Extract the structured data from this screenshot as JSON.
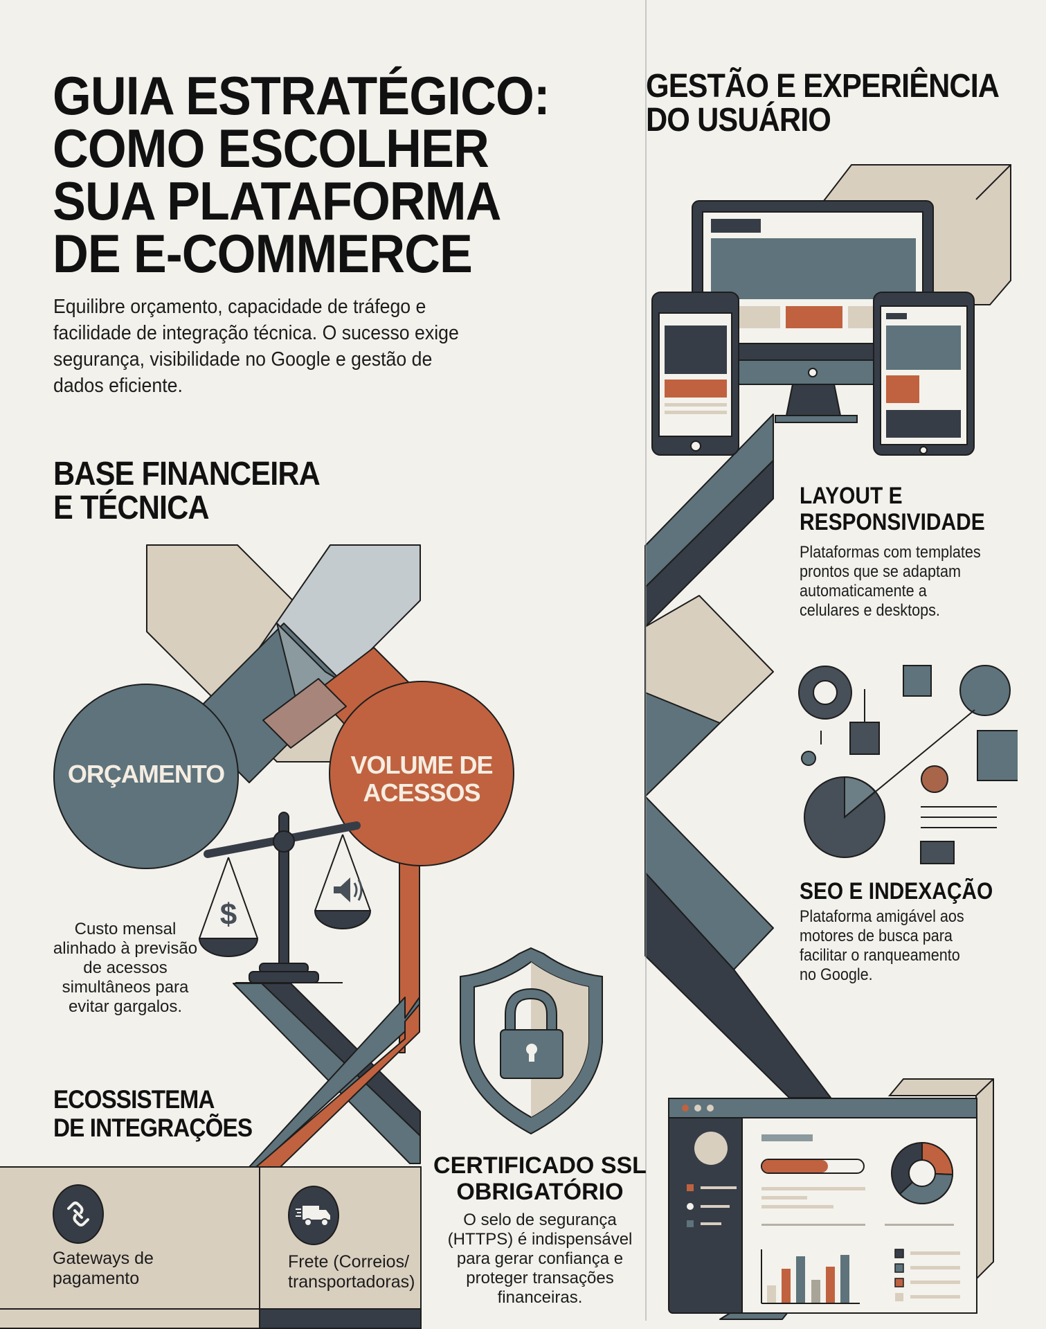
{
  "header": {
    "title_lines": [
      "GUIA ESTRATÉGICO:",
      "COMO ESCOLHER",
      "SUA PLATAFORMA",
      "DE E-COMMERCE"
    ],
    "intro_lines": [
      "Equilibre orçamento, capacidade de tráfego e",
      "facilidade de integração técnica. O sucesso exige",
      "segurança, visibilidade no Google e gestão de",
      "dados eficiente."
    ]
  },
  "left_column": {
    "base_section": {
      "title_lines": [
        "BASE FINANCEIRA",
        "E TÉCNICA"
      ],
      "circles": [
        {
          "label_lines": [
            "ORÇAMENTO"
          ],
          "color": "#5E737B"
        },
        {
          "label_lines": [
            "VOLUME DE",
            "ACESSOS"
          ],
          "color": "#C0623F"
        }
      ],
      "scale_icons": [
        "dollar-icon",
        "speaker-icon"
      ],
      "description_lines": [
        "Custo mensal",
        "alinhado à previsão",
        "de acessos",
        "simultâneos para",
        "evitar gargalos."
      ]
    },
    "integrations_section": {
      "title_lines": [
        "ECOSSISTEMA",
        "DE INTEGRAÇÕES"
      ],
      "items": [
        {
          "icon": "link-icon",
          "label_lines": [
            "Gateways de",
            "pagamento"
          ]
        },
        {
          "icon": "truck-icon",
          "label_lines": [
            "Frete (Correios/",
            "transportadoras)"
          ]
        }
      ]
    },
    "ssl_section": {
      "icon": "shield-lock-icon",
      "title_lines": [
        "CERTIFICADO SSL",
        "OBRIGATÓRIO"
      ],
      "description_lines": [
        "O selo de segurança",
        "(HTTPS) é indispensável",
        "para gerar confiança e",
        "proteger transações",
        "financeiras."
      ]
    }
  },
  "right_column": {
    "title_lines": [
      "GESTÃO E EXPERIÊNCIA",
      "DO USUÁRIO"
    ],
    "layout_section": {
      "title_lines": [
        "LAYOUT E",
        "RESPONSIVIDADE"
      ],
      "description_lines": [
        "Plataformas com templates",
        "prontos que se adaptam",
        "automaticamente a",
        "celulares e desktops."
      ]
    },
    "seo_section": {
      "title_lines": [
        "SEO E INDEXAÇÃO"
      ],
      "description_lines": [
        "Plataforma amigável aos",
        "motores de busca para",
        "facilitar o ranqueamento",
        "no Google."
      ]
    }
  },
  "palette": {
    "background": "#F2F1EC",
    "slate": "#5E737B",
    "dark": "#363D47",
    "orange": "#C0623F",
    "beige": "#D9CFBF",
    "cream": "#F5EDE2"
  }
}
